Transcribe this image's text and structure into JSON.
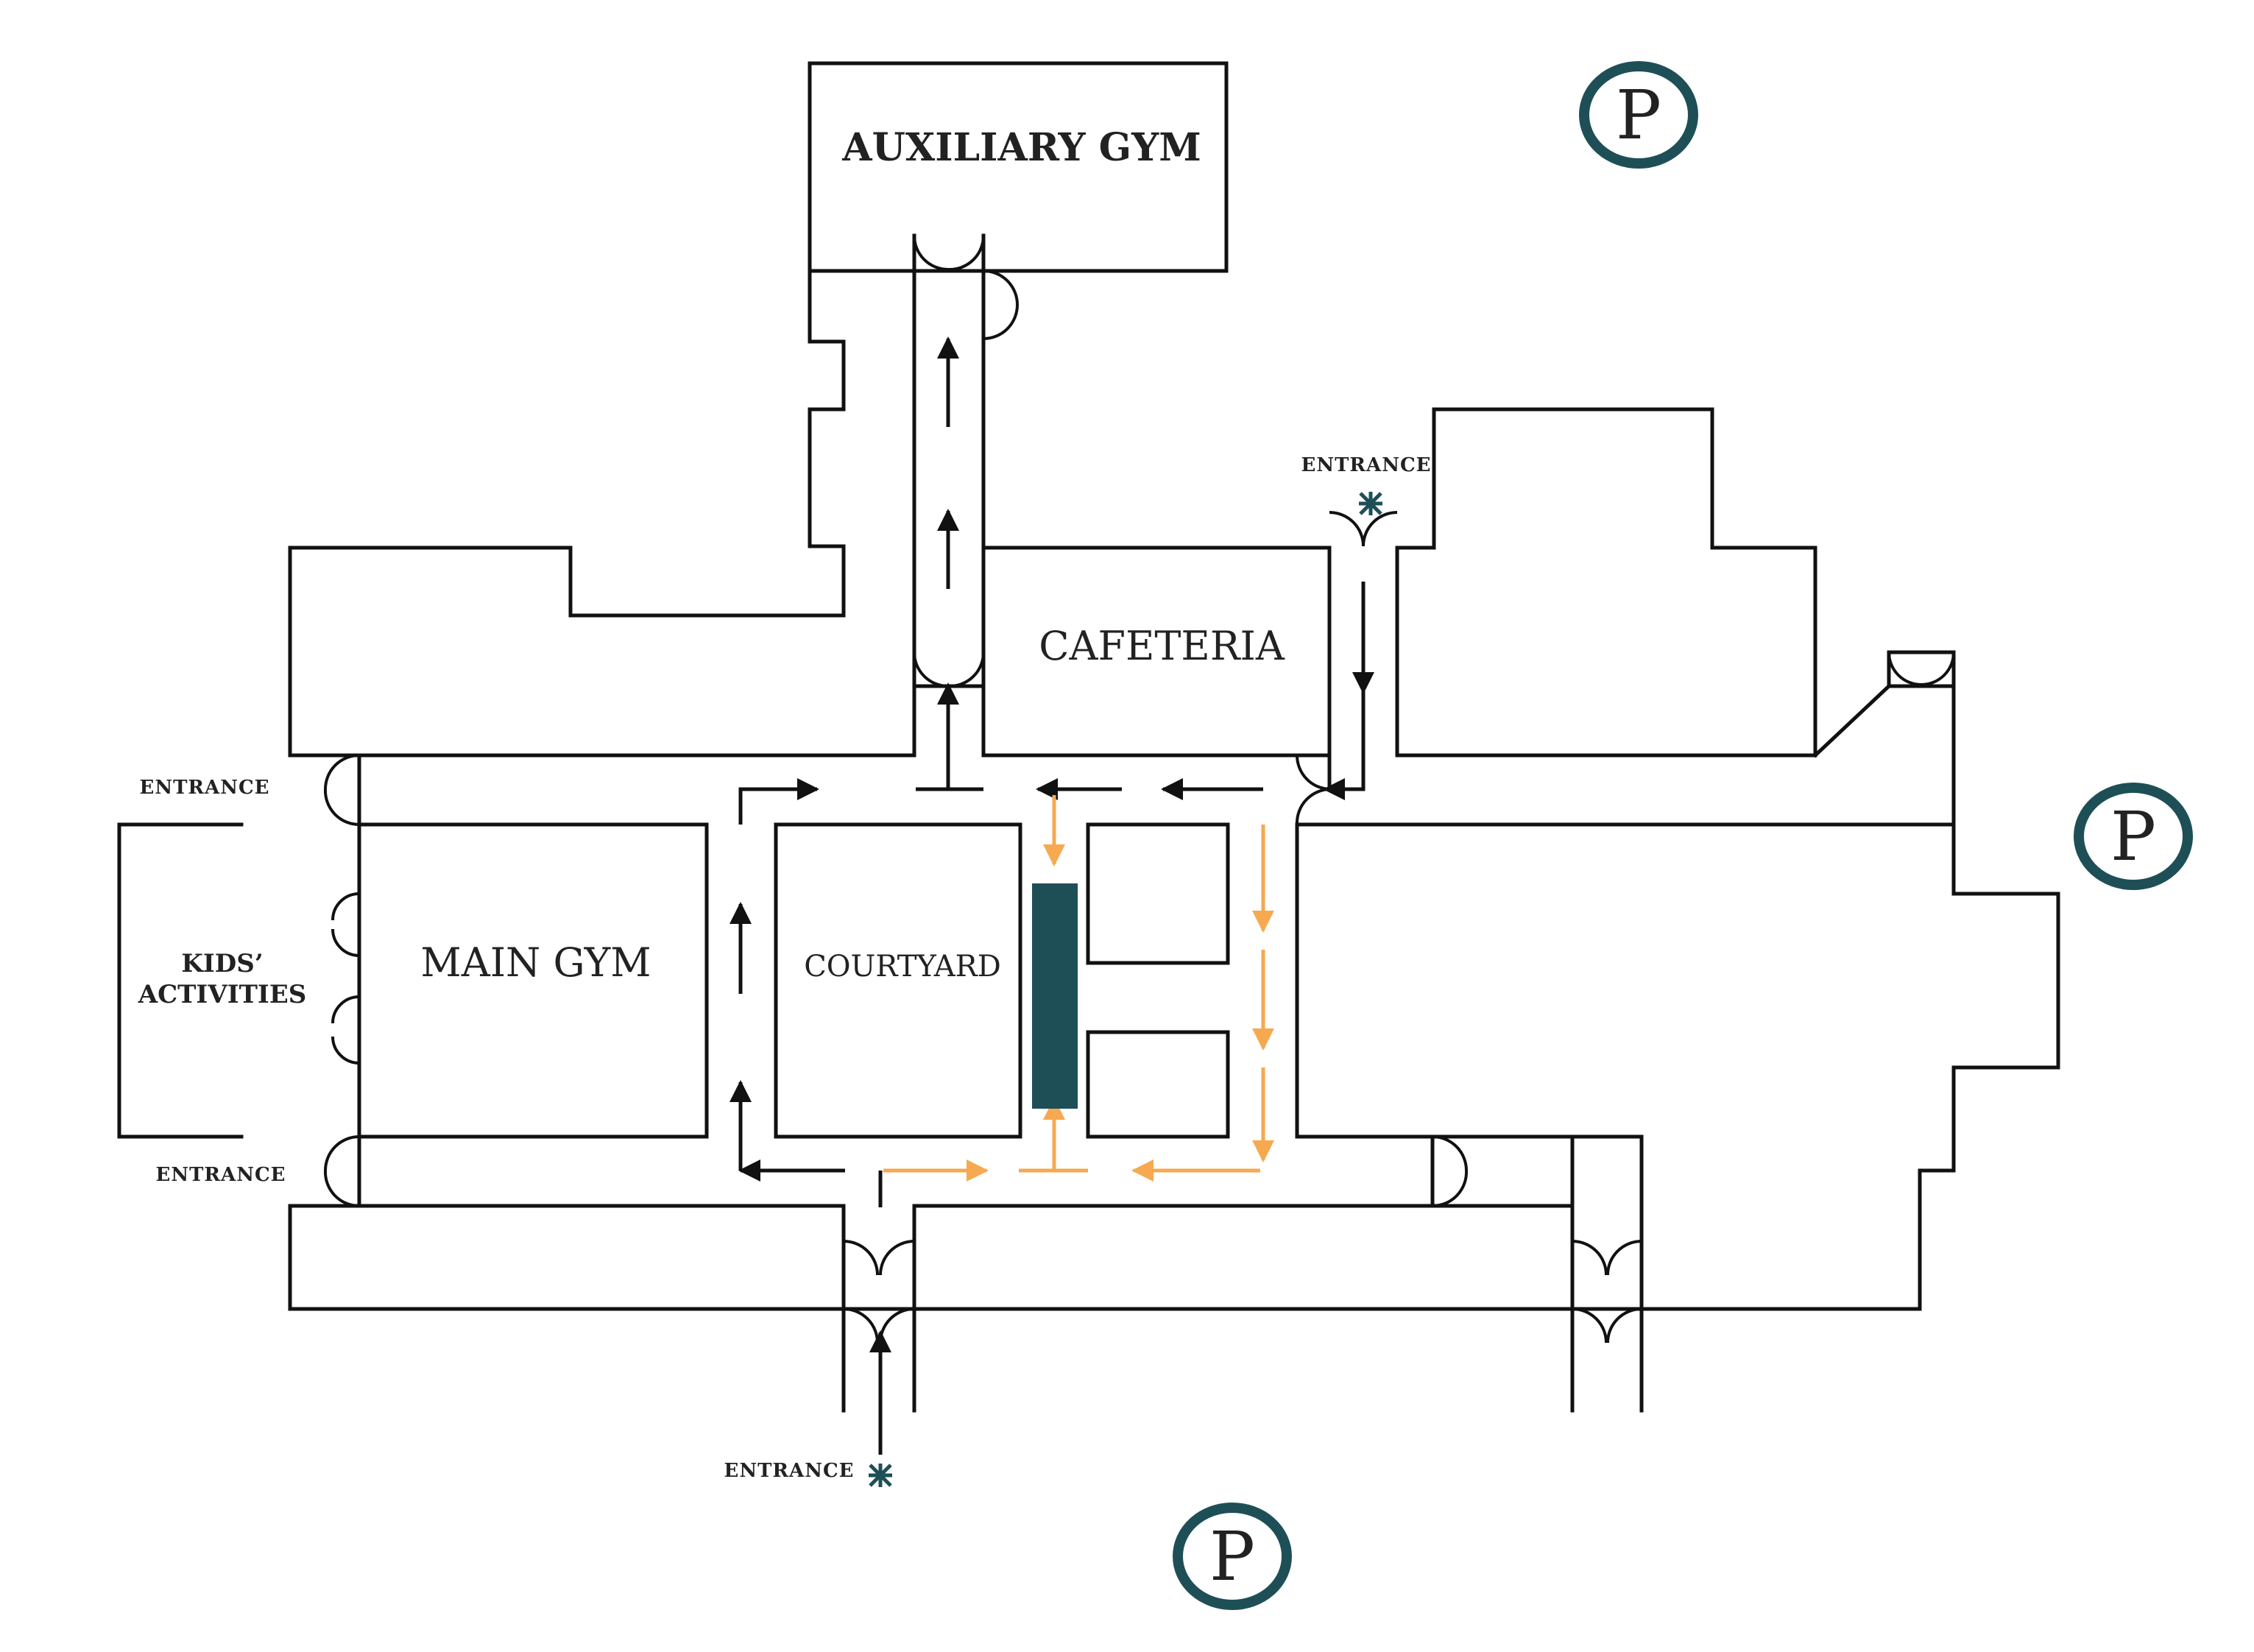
{
  "rooms": {
    "auxiliary_gym": "AUXILIARY GYM",
    "cafeteria": "CAFETERIA",
    "main_gym": "MAIN GYM",
    "courtyard": "COURTYARD",
    "kids_line1": "KIDS’",
    "kids_line2": "ACTIVITIES"
  },
  "entrances": {
    "top": "ENTRANCE",
    "left_upper": "ENTRANCE",
    "left_lower": "ENTRANCE",
    "bottom": "ENTRANCE"
  },
  "parking": {
    "symbol": "P",
    "icon": "parking-icon"
  },
  "colors": {
    "accent": "#1e4f57",
    "route_primary": "#111111",
    "route_secondary": "#f6a950",
    "walls": "#111111"
  }
}
